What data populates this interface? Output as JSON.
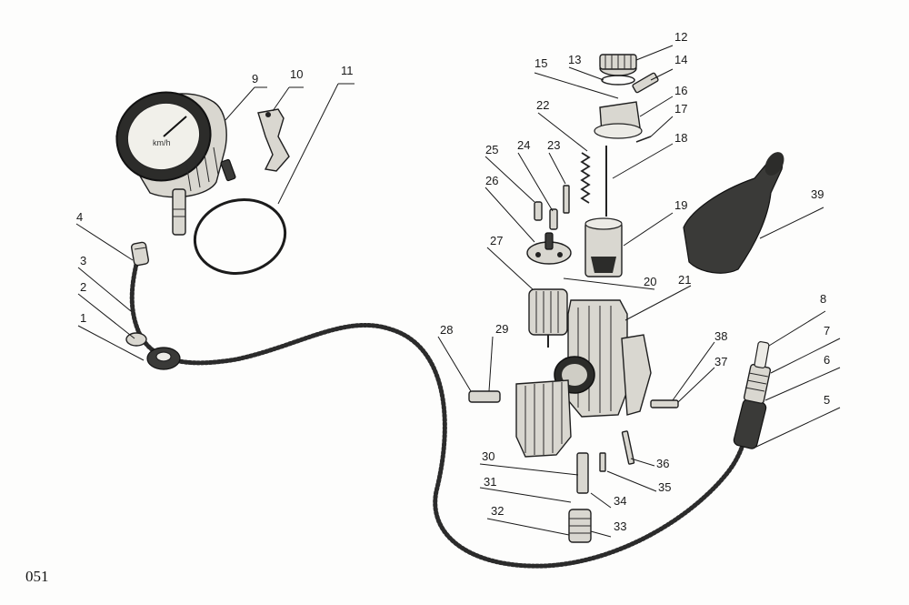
{
  "diagram": {
    "page_code": "051",
    "callouts": [
      {
        "id": "1",
        "label": "1"
      },
      {
        "id": "2",
        "label": "2"
      },
      {
        "id": "3",
        "label": "3"
      },
      {
        "id": "4",
        "label": "4"
      },
      {
        "id": "5",
        "label": "5"
      },
      {
        "id": "6",
        "label": "6"
      },
      {
        "id": "7",
        "label": "7"
      },
      {
        "id": "8",
        "label": "8"
      },
      {
        "id": "9",
        "label": "9"
      },
      {
        "id": "10",
        "label": "10"
      },
      {
        "id": "11",
        "label": "11"
      },
      {
        "id": "12",
        "label": "12"
      },
      {
        "id": "13",
        "label": "13"
      },
      {
        "id": "14",
        "label": "14"
      },
      {
        "id": "15",
        "label": "15"
      },
      {
        "id": "16",
        "label": "16"
      },
      {
        "id": "17",
        "label": "17"
      },
      {
        "id": "18",
        "label": "18"
      },
      {
        "id": "19",
        "label": "19"
      },
      {
        "id": "20",
        "label": "20"
      },
      {
        "id": "21",
        "label": "21"
      },
      {
        "id": "22",
        "label": "22"
      },
      {
        "id": "23",
        "label": "23"
      },
      {
        "id": "24",
        "label": "24"
      },
      {
        "id": "25",
        "label": "25"
      },
      {
        "id": "26",
        "label": "26"
      },
      {
        "id": "27",
        "label": "27"
      },
      {
        "id": "28",
        "label": "28"
      },
      {
        "id": "29",
        "label": "29"
      },
      {
        "id": "30",
        "label": "30"
      },
      {
        "id": "31",
        "label": "31"
      },
      {
        "id": "32",
        "label": "32"
      },
      {
        "id": "33",
        "label": "33"
      },
      {
        "id": "34",
        "label": "34"
      },
      {
        "id": "35",
        "label": "35"
      },
      {
        "id": "36",
        "label": "36"
      },
      {
        "id": "37",
        "label": "37"
      },
      {
        "id": "38",
        "label": "38"
      },
      {
        "id": "39",
        "label": "39"
      }
    ]
  }
}
